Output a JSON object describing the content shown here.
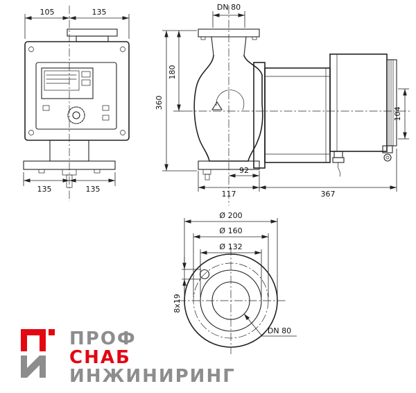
{
  "colors": {
    "line": "#222222",
    "logo_red": "#e30613",
    "logo_gray": "#8d8d8d"
  },
  "front_view": {
    "dim_top_left": "105",
    "dim_top_right": "135",
    "dim_bottom_left": "135",
    "dim_bottom_right": "135"
  },
  "side_view": {
    "dim_flange_top": "DN 80",
    "dim_height_to_axis": "180",
    "dim_height_total": "360",
    "dim_module_height": "104",
    "dim_axis_offset": "92",
    "dim_flange_width": "117",
    "dim_length": "367"
  },
  "flange_view": {
    "dim_outer_diameter": "Ø 200",
    "dim_bolt_circle": "Ø 160",
    "dim_raised_face": "Ø 132",
    "dim_bolt_holes": "8x19",
    "dim_nominal": "DN 80"
  },
  "logo": {
    "word1": "ПРОФ",
    "word2": "СНАБ",
    "word3": "ИНЖИНИРИНГ"
  }
}
